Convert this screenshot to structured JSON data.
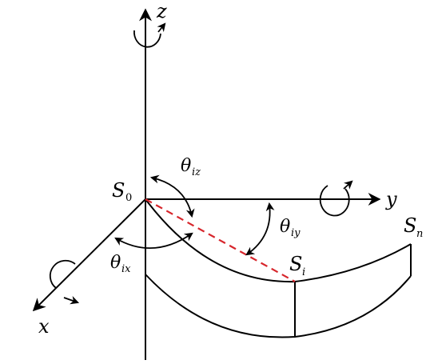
{
  "axes": {
    "z": {
      "name": "z"
    },
    "y": {
      "name": "y"
    },
    "x": {
      "name": "x"
    }
  },
  "points": {
    "origin": {
      "base": "S",
      "sub": "0"
    },
    "i": {
      "base": "S",
      "sub": "i"
    },
    "n": {
      "base": "S",
      "sub": "n"
    }
  },
  "angles": {
    "iz": {
      "base": "θ",
      "sub": "iz"
    },
    "iy": {
      "base": "θ",
      "sub": "iy"
    },
    "ix": {
      "base": "θ",
      "sub": "ix"
    }
  },
  "colors": {
    "line": "#000000",
    "dashed_link": "#d7262c"
  }
}
